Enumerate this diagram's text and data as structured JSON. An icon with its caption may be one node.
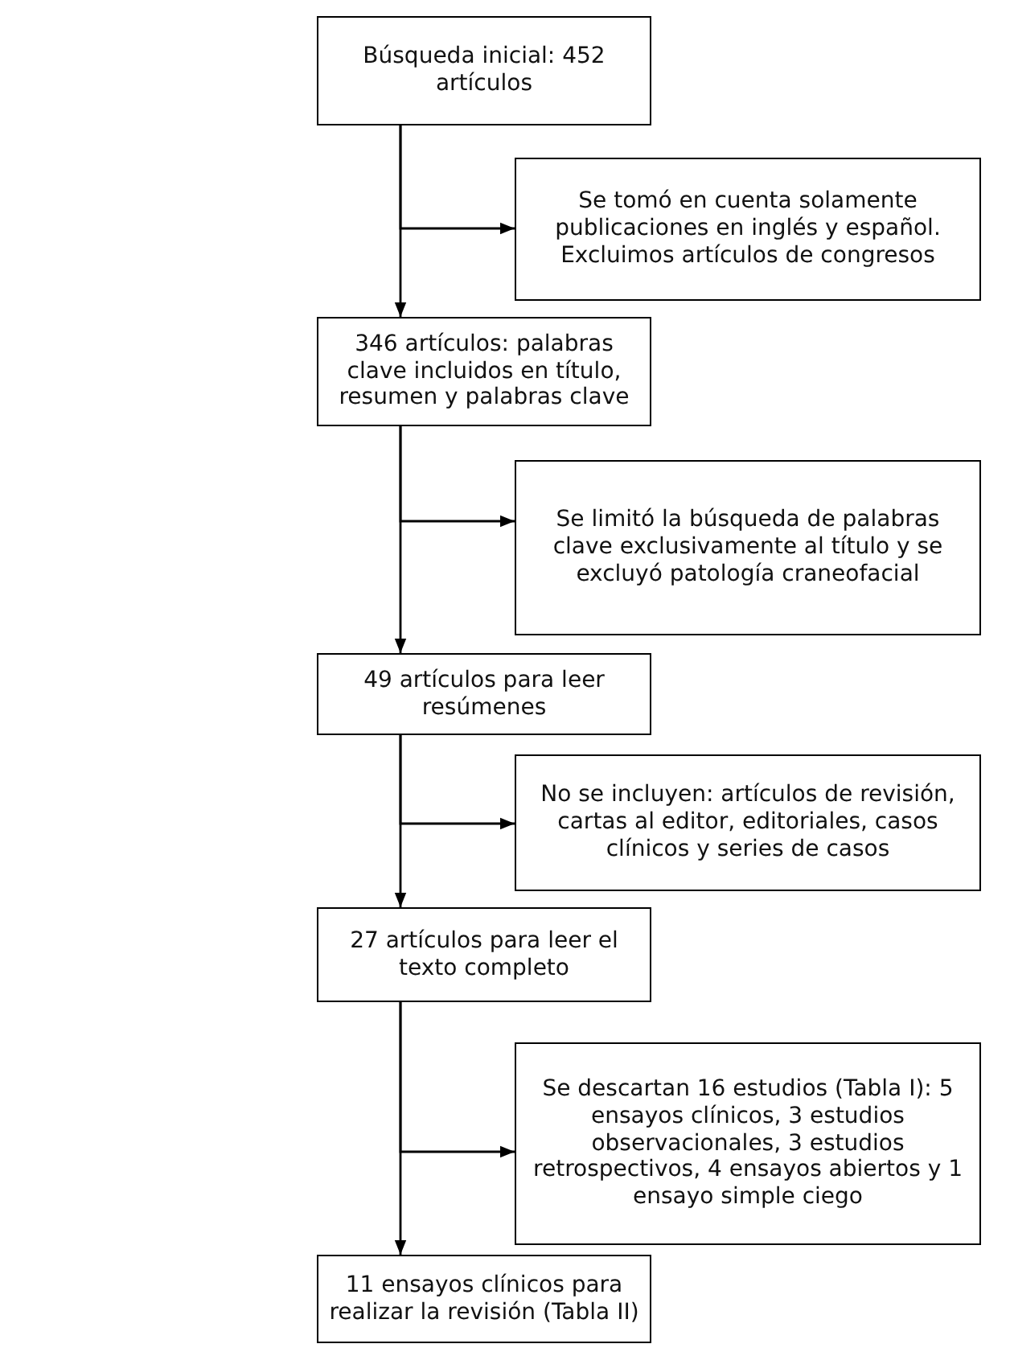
{
  "diagram": {
    "nodes": [
      {
        "text": [
          "Búsqueda inicial: 452 artículos"
        ]
      },
      {
        "text": [
          "Se tomó en cuenta solamente publicaciones en inglés y español. Excluimos artículos de congresos"
        ]
      },
      {
        "text": [
          "346 artículos: palabras clave incluidos en título, resumen y palabras clave"
        ]
      },
      {
        "text": [
          "Se limitó la búsqueda de palabras clave exclusivamente al título y se excluyó patología craneofacial"
        ]
      },
      {
        "text": [
          "49 artículos para leer resúmenes"
        ]
      },
      {
        "text": [
          "No se incluyen: artículos de revisión, cartas al editor, editoriales, casos clínicos y series de casos"
        ]
      },
      {
        "text": [
          "27 artículos para leer el texto completo"
        ]
      },
      {
        "text": [
          "Se descartan 16 estudios (Tabla I): 5 ensayos clínicos, 3 estudios observacionales, 3 estudios retrospectivos, 4 ensayos abiertos y 1 ensayo simple ciego"
        ]
      },
      {
        "text": [
          "11 ensayos clínicos para realizar la revisión (Tabla II)"
        ]
      }
    ],
    "edges": [
      {
        "from": 0,
        "to": 2,
        "arrow": "to"
      },
      {
        "from": 0,
        "to": 1,
        "arrow": "to"
      },
      {
        "from": 2,
        "to": 4,
        "arrow": "to"
      },
      {
        "from": 2,
        "to": 3,
        "arrow": "to"
      },
      {
        "from": 4,
        "to": 6,
        "arrow": "to"
      },
      {
        "from": 4,
        "to": 5,
        "arrow": "to"
      },
      {
        "from": 6,
        "to": 8,
        "arrow": "to"
      },
      {
        "from": 6,
        "to": 7,
        "arrow": "to"
      }
    ]
  }
}
